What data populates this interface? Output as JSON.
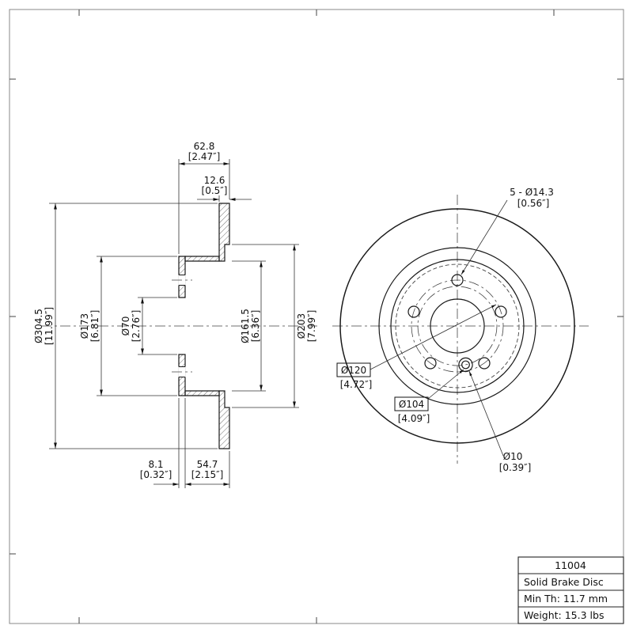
{
  "drawing": {
    "section_view": {
      "overall_width": {
        "mm": "62.8",
        "in": "[2.47″]"
      },
      "disc_thickness": {
        "mm": "12.6",
        "in": "[0.5″]"
      },
      "outer_diameter": {
        "mm": "Ø304.5",
        "in": "[11.99″]"
      },
      "hat_outer_diameter": {
        "mm": "Ø173",
        "in": "[6.81″]"
      },
      "center_bore": {
        "mm": "Ø70",
        "in": "[2.76″]"
      },
      "hat_inner_diameter": {
        "mm": "Ø161.5",
        "in": "[6.36″]"
      },
      "friction_inner_diameter": {
        "mm": "Ø203",
        "in": "[7.99″]"
      },
      "flange_thickness": {
        "mm": "8.1",
        "in": "[0.32″]"
      },
      "hat_depth": {
        "mm": "54.7",
        "in": "[2.15″]"
      }
    },
    "front_view": {
      "lug_holes": {
        "mm": "5 - Ø14.3",
        "in": "[0.56″]"
      },
      "bolt_circle": {
        "mm": "Ø120",
        "in": "[4.72″]"
      },
      "pin_circle": {
        "mm": "Ø104",
        "in": "[4.09″]"
      },
      "pin_hole": {
        "mm": "Ø10",
        "in": "[0.39″]"
      }
    }
  },
  "title_block": {
    "part_number": "11004",
    "description": "Solid Brake Disc",
    "min_thickness": "Min Th: 11.7 mm",
    "weight": "Weight: 15.3 lbs"
  }
}
